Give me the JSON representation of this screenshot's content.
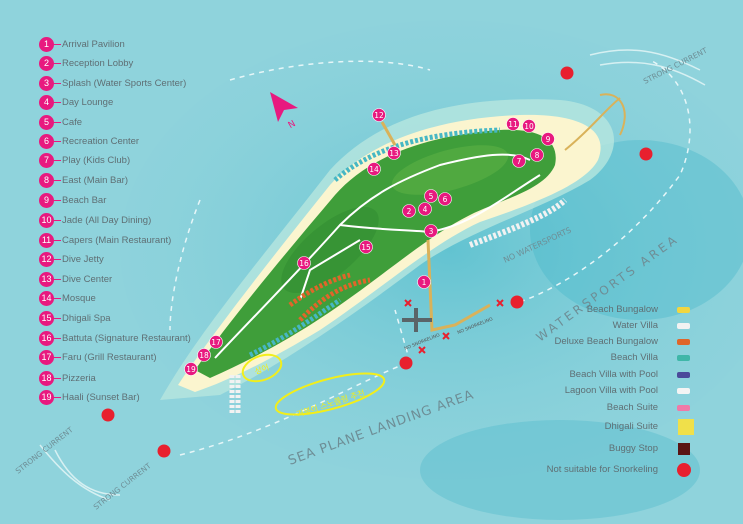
{
  "facilities": [
    {
      "n": "1",
      "label": "Arrival Pavilion"
    },
    {
      "n": "2",
      "label": "Reception Lobby"
    },
    {
      "n": "3",
      "label": "Splash (Water Sports Center)"
    },
    {
      "n": "4",
      "label": "Day Lounge"
    },
    {
      "n": "5",
      "label": "Cafe"
    },
    {
      "n": "6",
      "label": "Recreation Center"
    },
    {
      "n": "7",
      "label": "Play (Kids Club)"
    },
    {
      "n": "8",
      "label": "East (Main Bar)"
    },
    {
      "n": "9",
      "label": "Beach Bar"
    },
    {
      "n": "10",
      "label": "Jade (All Day Dining)"
    },
    {
      "n": "11",
      "label": "Capers (Main Restaurant)"
    },
    {
      "n": "12",
      "label": "Dive Jetty"
    },
    {
      "n": "13",
      "label": "Dive Center"
    },
    {
      "n": "14",
      "label": "Mosque"
    },
    {
      "n": "15",
      "label": "Dhigali Spa"
    },
    {
      "n": "16",
      "label": "Battuta (Signature Restaurant)"
    },
    {
      "n": "17",
      "label": "Faru (Grill Restaurant)"
    },
    {
      "n": "18",
      "label": "Pizzeria"
    },
    {
      "n": "19",
      "label": "Haali (Sunset Bar)"
    }
  ],
  "accommodation_legend": [
    {
      "label": "Beach Bungalow",
      "color": "#f2d640"
    },
    {
      "label": "Water Villa",
      "color": "#f2f2f2"
    },
    {
      "label": "Deluxe Beach Bungalow",
      "color": "#e0662a"
    },
    {
      "label": "Beach Villa",
      "color": "#3fb7a8"
    },
    {
      "label": "Beach Villa with Pool",
      "color": "#4b4a9a"
    },
    {
      "label": "Lagoon Villa with Pool",
      "color": "#f4f4f4"
    },
    {
      "label": "Beach Suite",
      "color": "#f07aa8"
    },
    {
      "label": "Dhigali Suite",
      "color": "#f0e04a"
    },
    {
      "label": "Buggy Stop",
      "color": "#5a1414"
    },
    {
      "label": "Not suitable for Snorkeling",
      "color": "#e8202e"
    }
  ],
  "map_labels": {
    "strong_current": "STRONG CURRENT",
    "watersports_area": "WATERSPORTS AREA",
    "no_watersports": "NO WATERSPORTS",
    "sea_plane": "SEA PLANE LANDING AREA",
    "no_snorkeling": "NO SNORKELING",
    "shark": "상어",
    "turtle": "거북이 스노클링 추천",
    "north": "N"
  },
  "colors": {
    "marker": "#e8197f",
    "danger": "#e8202e",
    "sea": "#8fd3dc",
    "beach": "#fbf5cf",
    "land": "#3f9e3a"
  }
}
